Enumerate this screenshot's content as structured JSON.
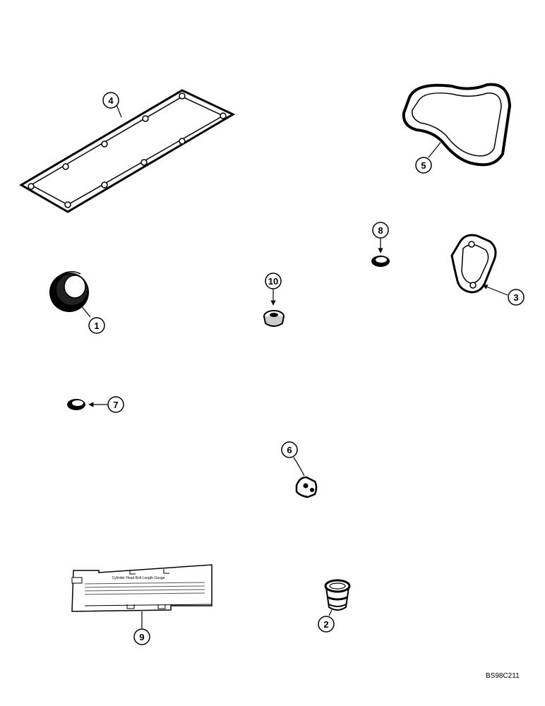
{
  "callouts": {
    "c1": "1",
    "c2": "2",
    "c3": "3",
    "c4": "4",
    "c5": "5",
    "c6": "6",
    "c7": "7",
    "c8": "8",
    "c9": "9",
    "c10": "10"
  },
  "gauge_card": {
    "title": "Cylinder Head Bolt Length Gauge"
  },
  "reference_code": "BS98C211"
}
